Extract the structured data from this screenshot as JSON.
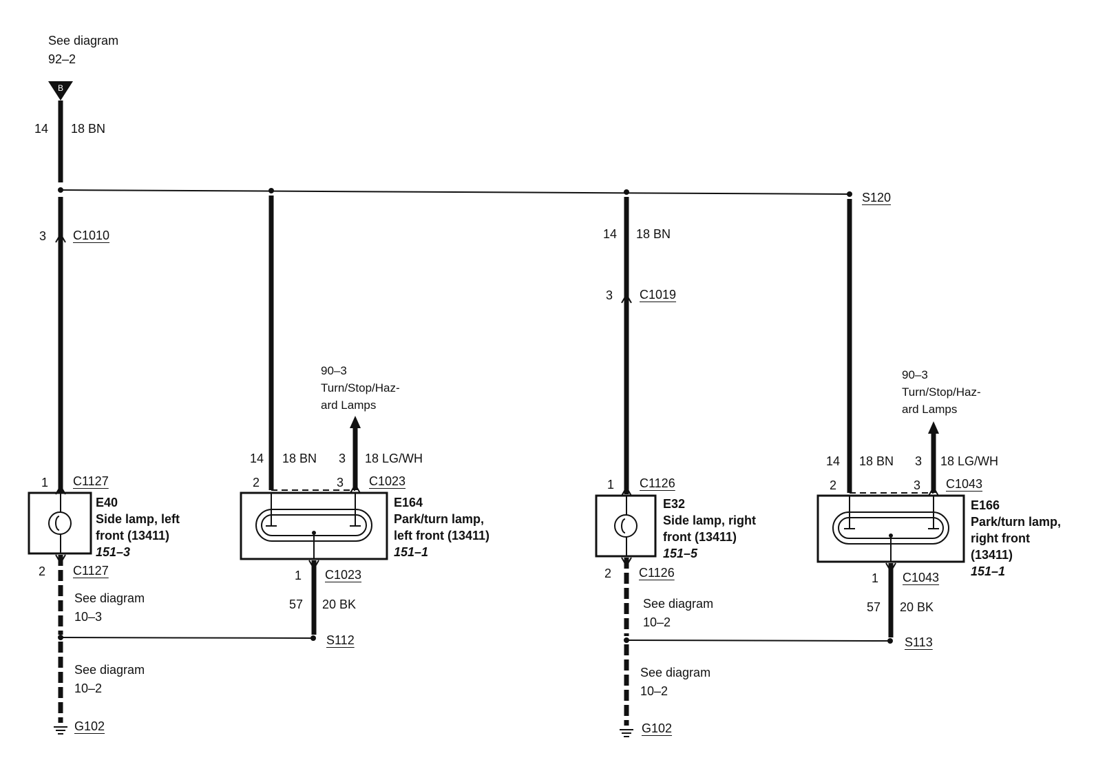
{
  "top_ref": {
    "line1": "See diagram",
    "line2": "92–2",
    "connector": "B"
  },
  "main_feed": {
    "circuit": "14",
    "wire": "18 BN"
  },
  "splice_s120": "S120",
  "left_side": {
    "c1010": {
      "pin": "3",
      "label": "C1010"
    },
    "c1127_top": {
      "pin": "1",
      "label": "C1127"
    },
    "c1127_bot": {
      "pin": "2",
      "label": "C1127"
    },
    "component": {
      "id": "E40",
      "line1": "Side lamp, left",
      "line2": "front (13411)",
      "ref": "151–3"
    },
    "ref_upper": {
      "line1": "See diagram",
      "line2": "10–3"
    },
    "ref_lower": {
      "line1": "See diagram",
      "line2": "10–2"
    },
    "ground": "G102"
  },
  "left_park": {
    "feed": {
      "circuit": "14",
      "wire": "18 BN"
    },
    "turn": {
      "circuit": "3",
      "wire": "18 LG/WH"
    },
    "turn_ref": {
      "line1": "90–3",
      "line2": "Turn/Stop/Haz-",
      "line3": "ard Lamps"
    },
    "pins_top": {
      "pin_a": "2",
      "pin_b": "3",
      "label": "C1023"
    },
    "component": {
      "id": "E164",
      "line1": "Park/turn lamp,",
      "line2": "left front (13411)",
      "ref": "151–1"
    },
    "pin_bot": {
      "pin": "1",
      "label": "C1023"
    },
    "ground_wire": {
      "circuit": "57",
      "wire": "20 BK"
    },
    "splice": "S112"
  },
  "right_side": {
    "feed": {
      "circuit": "14",
      "wire": "18 BN"
    },
    "c1019": {
      "pin": "3",
      "label": "C1019"
    },
    "c1126_top": {
      "pin": "1",
      "label": "C1126"
    },
    "c1126_bot": {
      "pin": "2",
      "label": "C1126"
    },
    "component": {
      "id": "E32",
      "line1": "Side lamp, right",
      "line2": "front (13411)",
      "ref": "151–5"
    },
    "ref_upper": {
      "line1": "See diagram",
      "line2": "10–2"
    },
    "ref_lower": {
      "line1": "See diagram",
      "line2": "10–2"
    },
    "ground": "G102"
  },
  "right_park": {
    "feed": {
      "circuit": "14",
      "wire": "18 BN"
    },
    "turn": {
      "circuit": "3",
      "wire": "18 LG/WH"
    },
    "turn_ref": {
      "line1": "90–3",
      "line2": "Turn/Stop/Haz-",
      "line3": "ard Lamps"
    },
    "pins_top": {
      "pin_a": "2",
      "pin_b": "3",
      "label": "C1043"
    },
    "component": {
      "id": "E166",
      "line1": "Park/turn lamp,",
      "line2": "right front",
      "line3": "(13411)",
      "ref": "151–1"
    },
    "pin_bot": {
      "pin": "1",
      "label": "C1043"
    },
    "ground_wire": {
      "circuit": "57",
      "wire": "20 BK"
    },
    "splice": "S113"
  }
}
